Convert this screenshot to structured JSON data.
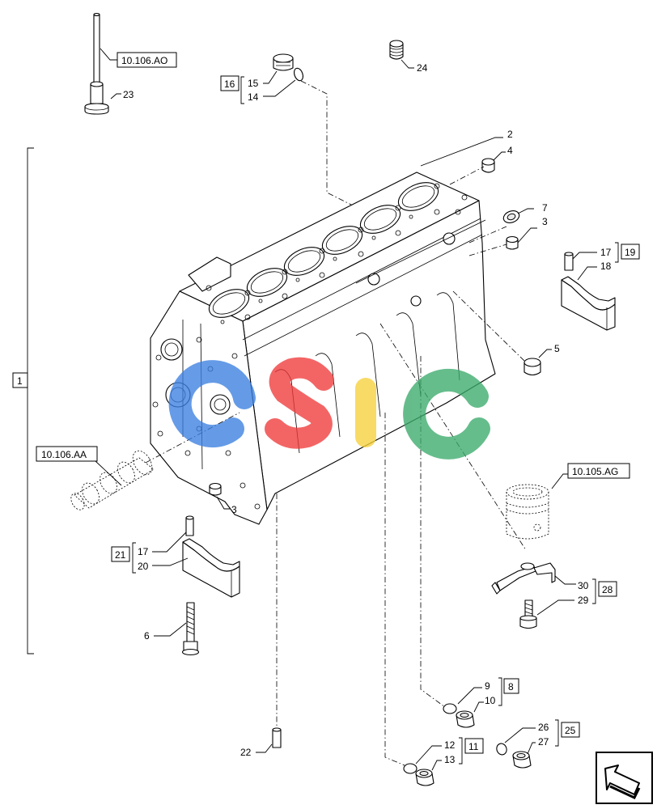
{
  "refs": {
    "r10106AO": "10.106.AO",
    "r10106AA": "10.106.AA",
    "r10105AG": "10.105.AG"
  },
  "boxes": {
    "b1": "1",
    "b8": "8",
    "b11": "11",
    "b16": "16",
    "b19": "19",
    "b21": "21",
    "b25": "25",
    "b28": "28"
  },
  "numbers": {
    "n2": "2",
    "n3a": "3",
    "n3b": "3",
    "n4": "4",
    "n5": "5",
    "n6": "6",
    "n7": "7",
    "n9": "9",
    "n10": "10",
    "n12": "12",
    "n13": "13",
    "n14": "14",
    "n15": "15",
    "n17a": "17",
    "n17b": "17",
    "n18": "18",
    "n20": "20",
    "n22": "22",
    "n23": "23",
    "n24": "24",
    "n26": "26",
    "n27": "27",
    "n29": "29",
    "n30": "30"
  },
  "watermark": {
    "colors": {
      "blue": "#3b7fe0",
      "red": "#f03a3a",
      "yellow": "#f7d23c",
      "green": "#3aaa6a"
    }
  },
  "icons": {
    "corner": "back-arrow-icon"
  }
}
